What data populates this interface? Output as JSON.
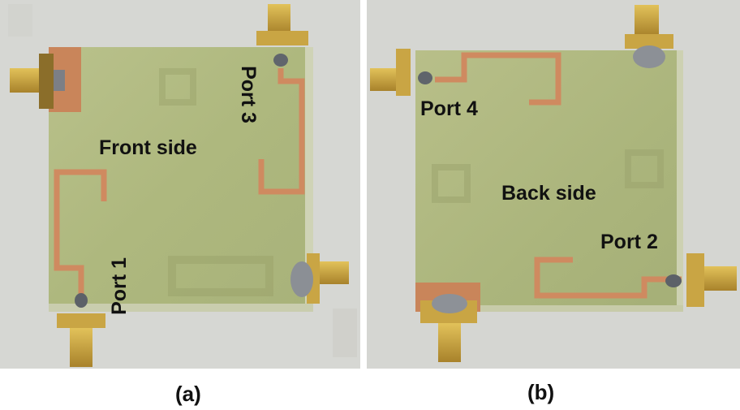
{
  "panels": [
    {
      "caption": "(a)",
      "side_label": "Front side",
      "ports": [
        "Port 1",
        "Port 3"
      ]
    },
    {
      "caption": "(b)",
      "side_label": "Back side",
      "ports": [
        "Port 4",
        "Port 2"
      ]
    }
  ],
  "colors": {
    "board": "#b4bd86",
    "copper": "#cf8a60",
    "connector_gold": "#c8a13a",
    "background_wall": "#d7d8d4"
  }
}
